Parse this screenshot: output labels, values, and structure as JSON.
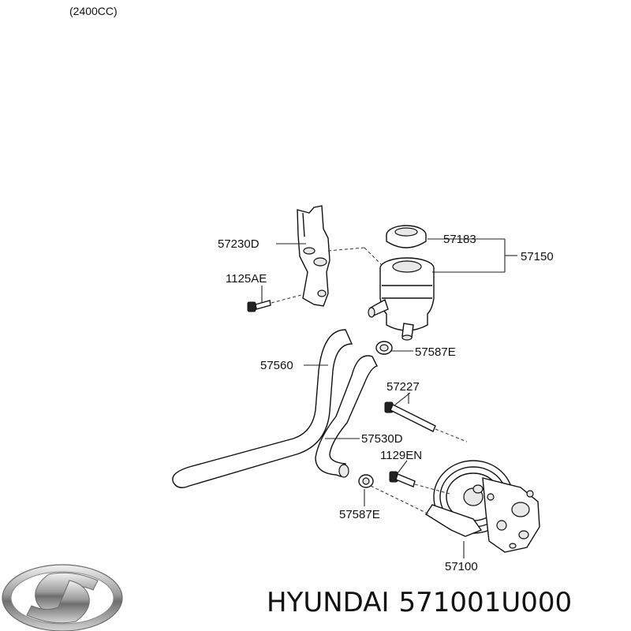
{
  "diagram": {
    "engine_note": "(2400CC)",
    "callouts": {
      "bracket": "57230D",
      "bolt_bracket": "1125AE",
      "cap": "57183",
      "reservoir_assy": "57150",
      "clamp_upper": "57587E",
      "return_hose": "57560",
      "pump_bolt_long": "57227",
      "suction_hose": "57530D",
      "pump_bolt_short": "1129EN",
      "clamp_lower": "57587E",
      "pump": "57100"
    }
  },
  "brand": {
    "name": "HYUNDAI",
    "part_number": "571001U000",
    "logo": "hyundai-logo-icon"
  }
}
